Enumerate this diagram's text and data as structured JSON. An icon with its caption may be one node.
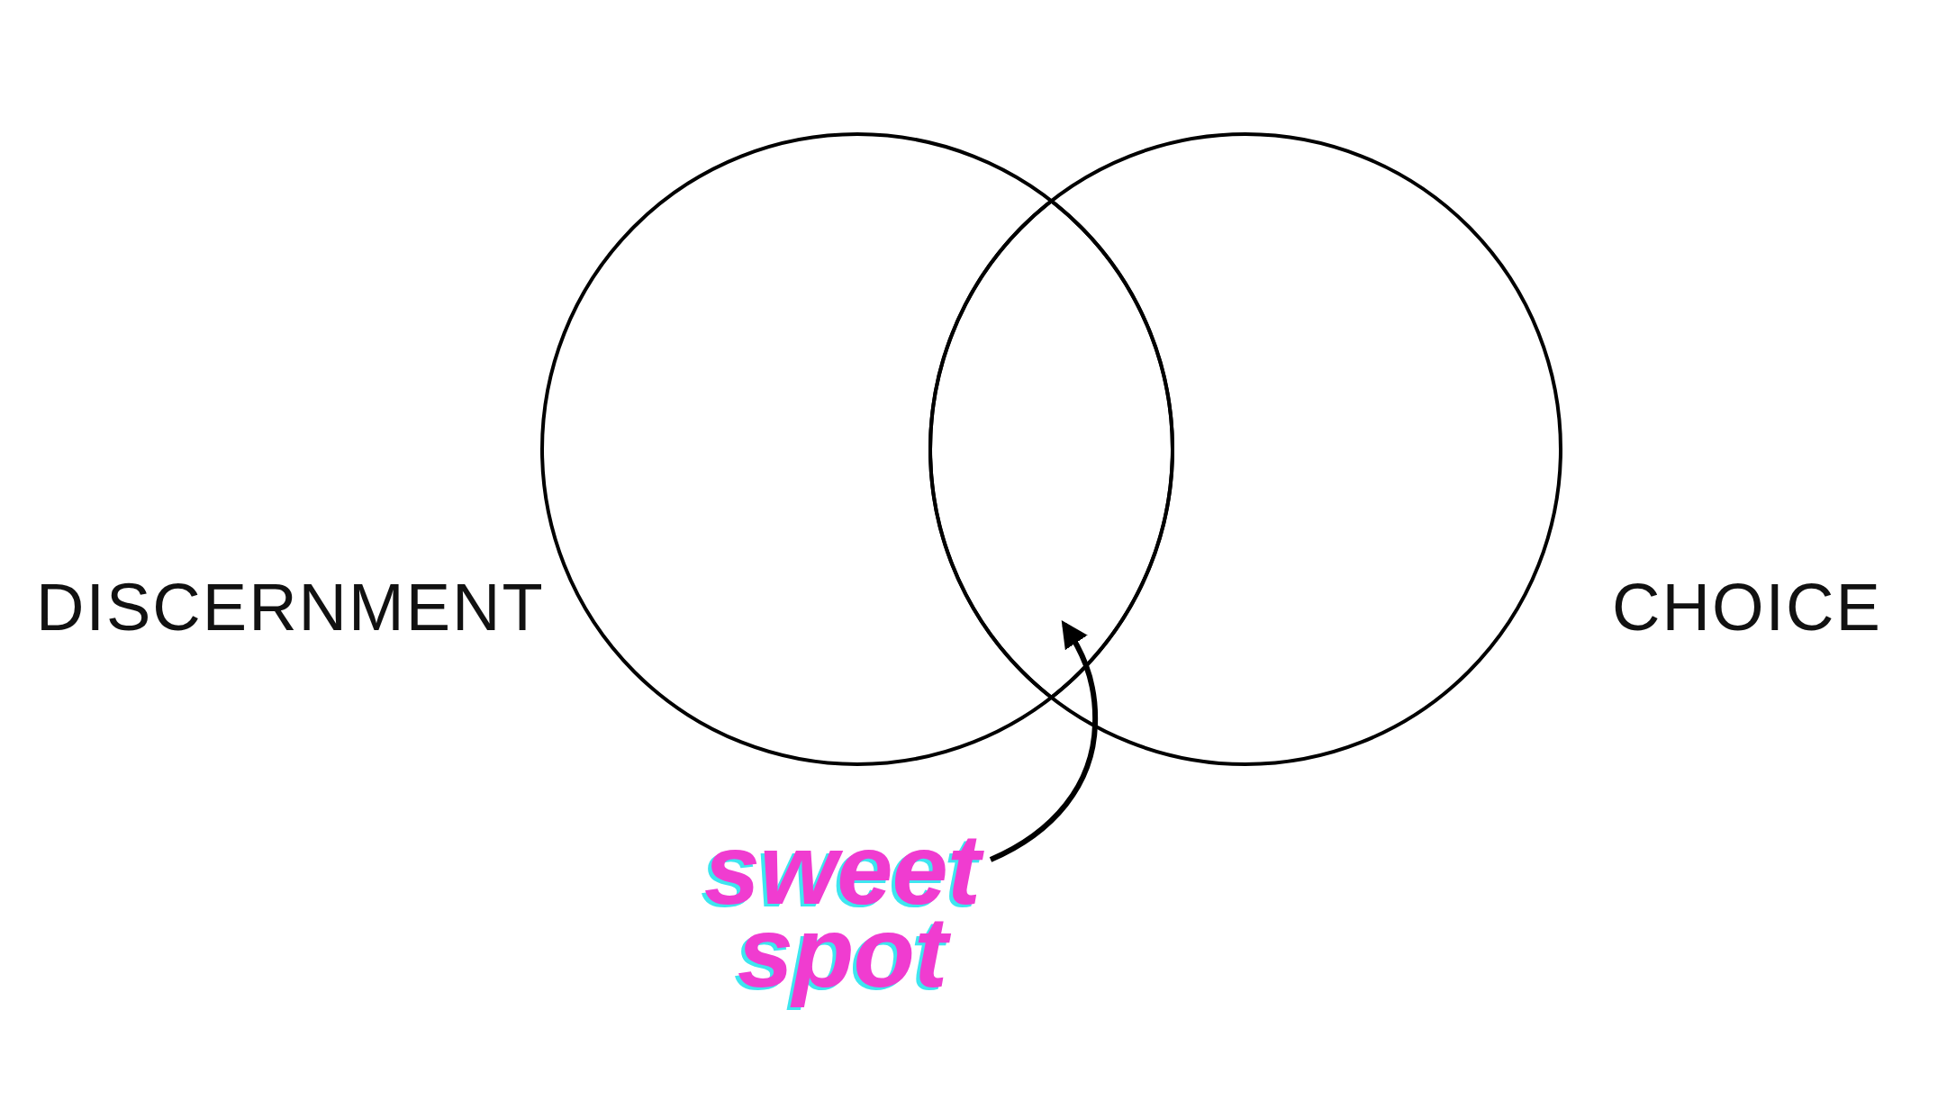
{
  "diagram": {
    "nodes": [
      {
        "text": [
          "sweet spot"
        ]
      },
      {
        "text": [],
        "shape": "lens"
      }
    ],
    "edges": [
      {
        "from": 0,
        "to": 1,
        "arrow": "to"
      }
    ],
    "labels": [
      "DISCERNMENT",
      "CHOICE"
    ]
  }
}
